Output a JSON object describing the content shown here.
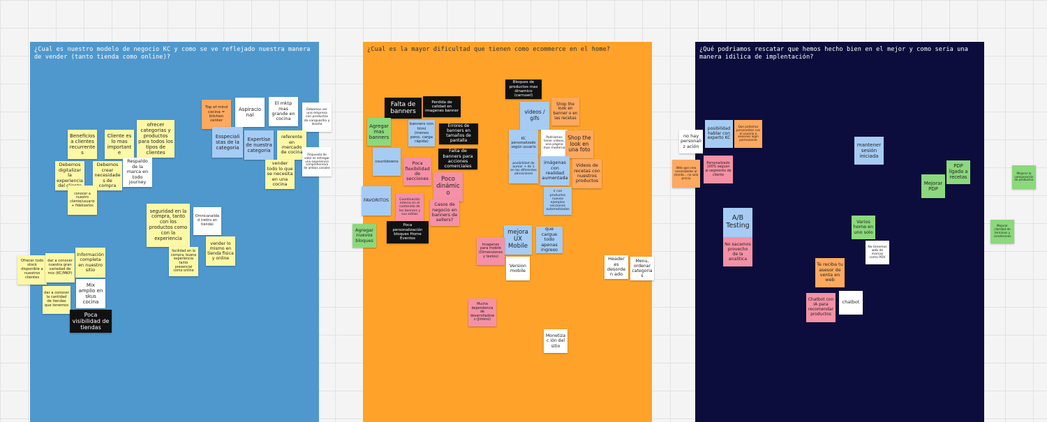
{
  "frames": [
    {
      "id": "f1",
      "title": "¿Cual es nuestro modelo de negocio KC y como se ve reflejado nuestra manera de vender (tanto tienda como online)?",
      "bg": "#4f98cd",
      "fg": "#ffffff"
    },
    {
      "id": "f2",
      "title": "¿Cual es la mayor dificultad que tienen como ecommerce en el home?",
      "bg": "#fea229",
      "fg": "#333333"
    },
    {
      "id": "f3",
      "title": "¿Qué podriamos rescatar que hemos hecho bien en el mejor y como seria una manera idilica de implentación?",
      "bg": "#0c0d3c",
      "fg": "#ffffff"
    }
  ],
  "notes": [
    {
      "text": "Beneficios a clientes recurrentes",
      "color": "yellow"
    },
    {
      "text": "Cliente es lo mas importante",
      "color": "yellow"
    },
    {
      "text": "ofrecer categorias y productos para todos los tipos de clientes",
      "color": "yellow"
    },
    {
      "text": "Debemos digitalizar la experiencia del cliente",
      "color": "yellow"
    },
    {
      "text": "Debemos crear necesidades de compra",
      "color": "yellow"
    },
    {
      "text": "Respaldo de la marca en todo journey",
      "color": "white"
    },
    {
      "text": "conocer a nuestro cliente/usuario + fidelizarlos",
      "color": "yellow"
    },
    {
      "text": "Top of mind cocina = kitchen center",
      "color": "orange"
    },
    {
      "text": "Aspiracio nal",
      "color": "white"
    },
    {
      "text": "El mktp mas grande en cocina",
      "color": "white"
    },
    {
      "text": "Debemos ser una empresa con productos de vanguardia y diseño",
      "color": "white"
    },
    {
      "text": "Esspeciali stas de la categoria",
      "color": "blue"
    },
    {
      "text": "Expertise de nuestra categoria",
      "color": "blue"
    },
    {
      "text": "referente en mercado de cocina",
      "color": "yellow"
    },
    {
      "text": "Propuesta de valor es entregar una experiencia comprehensiva de ambos canales",
      "color": "white"
    },
    {
      "text": "vender todo lo que se necesita en una cocina",
      "color": "yellow"
    },
    {
      "text": "seguridad en la compra, tanto con los productos como con la experiencia",
      "color": "yellow"
    },
    {
      "text": "Omnicanalidad (retiro en tienda)",
      "color": "white"
    },
    {
      "text": "vender lo mismo en tienda fisica y online",
      "color": "yellow"
    },
    {
      "text": "facilidad en la compra, buena experiencia tanto presencial como online",
      "color": "yellow"
    },
    {
      "text": "Ofrecer todo stock disponible a nuestros clientes",
      "color": "yellow"
    },
    {
      "text": "dar a conocer nuestra gran variedad de mix (KC/MKP)",
      "color": "yellow"
    },
    {
      "text": "Información completa en nuestro sitio",
      "color": "yellow"
    },
    {
      "text": "Mix amplio en skus cocina",
      "color": "white"
    },
    {
      "text": "dar a conocer la cantidad de tiendas que tenemos",
      "color": "yellow"
    },
    {
      "text": "Poca visibilidad de tiendas",
      "color": "black"
    },
    {
      "text": "Falta de banners",
      "color": "black"
    },
    {
      "text": "Perdida de calidad en imagenes banner",
      "color": "black"
    },
    {
      "text": "Agregar mas banners",
      "color": "green"
    },
    {
      "text": "banners con html (menos peso, carga rápida)",
      "color": "blue"
    },
    {
      "text": "Errores de banners en tamaños de pantalla",
      "color": "black"
    },
    {
      "text": "countdowns",
      "color": "blue"
    },
    {
      "text": "Poca flexibilidad de secciones",
      "color": "pink"
    },
    {
      "text": "Falta de banners para acciones comerciales",
      "color": "black"
    },
    {
      "text": "Poco dinámico",
      "color": "pink"
    },
    {
      "text": "FAVORITOS",
      "color": "blue"
    },
    {
      "text": "Coordinación interna en el contenido de los banners y sus estilos",
      "color": "pink"
    },
    {
      "text": "Casos de negocio en banners de sellers?",
      "color": "pink"
    },
    {
      "text": "Agregar nuevos bloques",
      "color": "green"
    },
    {
      "text": "Poca personalización bloques Home Eventos",
      "color": "black"
    },
    {
      "text": "Bloques de productos mas dinamico (carrusel)",
      "color": "black"
    },
    {
      "text": "videos / gifs",
      "color": "blue"
    },
    {
      "text": "Shop the look en banner o en las recetas",
      "color": "orange"
    },
    {
      "text": "KC personalizado según usuario",
      "color": "blue"
    },
    {
      "text": "Podríamos tener videos, una página mas moderna",
      "color": "white"
    },
    {
      "text": "Shop the look en una foto",
      "color": "orange"
    },
    {
      "text": "posibilidad de aumar + de 1 en las diferentes ubicaciones",
      "color": "blue"
    },
    {
      "text": "imágenas con realidad aumentada",
      "color": "blue"
    },
    {
      "text": "Videos de recetas con nuestros productos",
      "color": "orange"
    },
    {
      "text": "ir con productos nuevos ejemplos secciones automatizadas",
      "color": "blue"
    },
    {
      "text": "mejora UX Mobile",
      "color": "blue"
    },
    {
      "text": "que cargue todo apenas ingreso",
      "color": "blue"
    },
    {
      "text": "Imagenes para mobile (Dimensiones y textos)",
      "color": "pink"
    },
    {
      "text": "Version mobile",
      "color": "white"
    },
    {
      "text": "Header es desorden ado",
      "color": "white"
    },
    {
      "text": "Menu, ordenar categorias",
      "color": "white"
    },
    {
      "text": "Mucha dependencia de desarrolladores (Jimeno)",
      "color": "pink"
    },
    {
      "text": "Monetizac ión del sitio",
      "color": "white"
    },
    {
      "text": "no hay personaliz ación",
      "color": "white"
    },
    {
      "text": "posibilidad hablar con experto KC",
      "color": "blue"
    },
    {
      "text": "Que podamos personalizar con el usuario a sesiones login permanente",
      "color": "orange"
    },
    {
      "text": "Web que crea necesidades al cliente... no solo precio",
      "color": "orange"
    },
    {
      "text": "Personalizado 100% seguan al segmento de cliente",
      "color": "pink"
    },
    {
      "text": "mantener sesión iniciada",
      "color": "blue"
    },
    {
      "text": "Mejorar PDP",
      "color": "green"
    },
    {
      "text": "PDP ligada a recetas",
      "color": "green"
    },
    {
      "text": "Mejorar la comparación de productos",
      "color": "green"
    },
    {
      "text": "A/B Testing",
      "color": "blue"
    },
    {
      "text": "No sacamos provecho de la analitica",
      "color": "pink"
    },
    {
      "text": "Varios home en uno solo",
      "color": "green"
    },
    {
      "text": "No tenemos web de marcas como PDV",
      "color": "white"
    },
    {
      "text": "Mejorar claridad de terminos y condiciones",
      "color": "green"
    },
    {
      "text": "Te reciba tu asesor de venta en web",
      "color": "orange"
    },
    {
      "text": "Chatbot con IA para recomendar productos",
      "color": "pink"
    },
    {
      "text": "chatbot",
      "color": "white"
    }
  ]
}
